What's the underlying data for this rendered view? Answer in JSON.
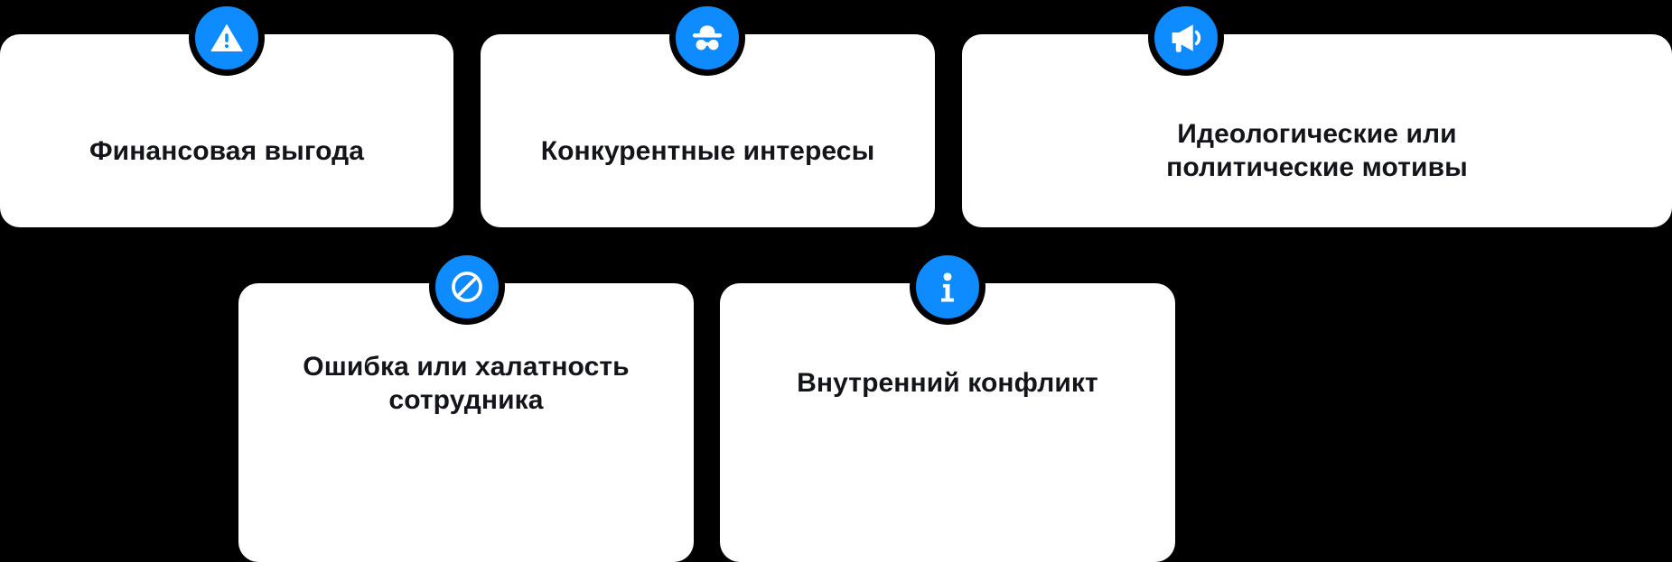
{
  "theme": {
    "background": "#000000",
    "card_background": "#ffffff",
    "accent": "#0d8bff",
    "text_color": "#13151a"
  },
  "infographic": {
    "rows": [
      {
        "name": "top-row",
        "cards": [
          {
            "id": "financial-gain",
            "label": "Финансовая выгода",
            "icon": "warning-triangle-icon"
          },
          {
            "id": "competitive-interest",
            "label": "Конкурентные интересы",
            "icon": "incognito-spy-icon"
          },
          {
            "id": "ideological-motives",
            "label": "Идеологические или\nполитические мотивы",
            "icon": "megaphone-icon"
          }
        ]
      },
      {
        "name": "bottom-row",
        "cards": [
          {
            "id": "employee-error",
            "label": "Ошибка или халатность\nсотрудника",
            "icon": "prohibited-icon"
          },
          {
            "id": "internal-conflict",
            "label": "Внутренний конфликт",
            "icon": "info-icon"
          }
        ]
      }
    ]
  }
}
